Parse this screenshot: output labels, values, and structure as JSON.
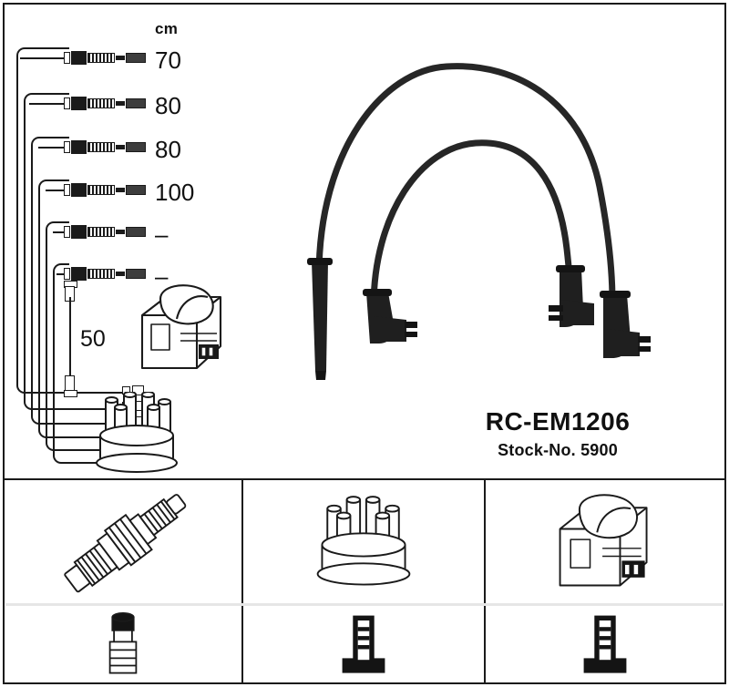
{
  "product": {
    "code": "RC-EM1206",
    "stock_label": "Stock-No. 5900"
  },
  "spec_table": {
    "unit_header": "cm",
    "rows": [
      {
        "index": 1,
        "length": "70"
      },
      {
        "index": 2,
        "length": "80"
      },
      {
        "index": 3,
        "length": "80"
      },
      {
        "index": 4,
        "length": "100"
      },
      {
        "index": 5,
        "length": "–"
      },
      {
        "index": 6,
        "length": "–"
      }
    ],
    "short_lead_length": "50"
  },
  "legend_panels": [
    {
      "id": "spark-plug",
      "top_icon": "spark-plug-icon",
      "bottom_icon": "spark-plug-boot-icon"
    },
    {
      "id": "distributor-cap",
      "top_icon": "distributor-cap-icon",
      "bottom_icon": "distributor-terminal-icon"
    },
    {
      "id": "ignition-coil",
      "top_icon": "ignition-coil-icon",
      "bottom_icon": "coil-terminal-icon"
    }
  ],
  "illustrations": {
    "cable_count": 2,
    "coil_icon": "ignition-coil-icon",
    "cap_icon": "distributor-cap-icon"
  },
  "colors": {
    "ink": "#1a1a1a",
    "cable": "#262626",
    "paper": "#ffffff",
    "faint_rule": "#e6e6e6"
  }
}
